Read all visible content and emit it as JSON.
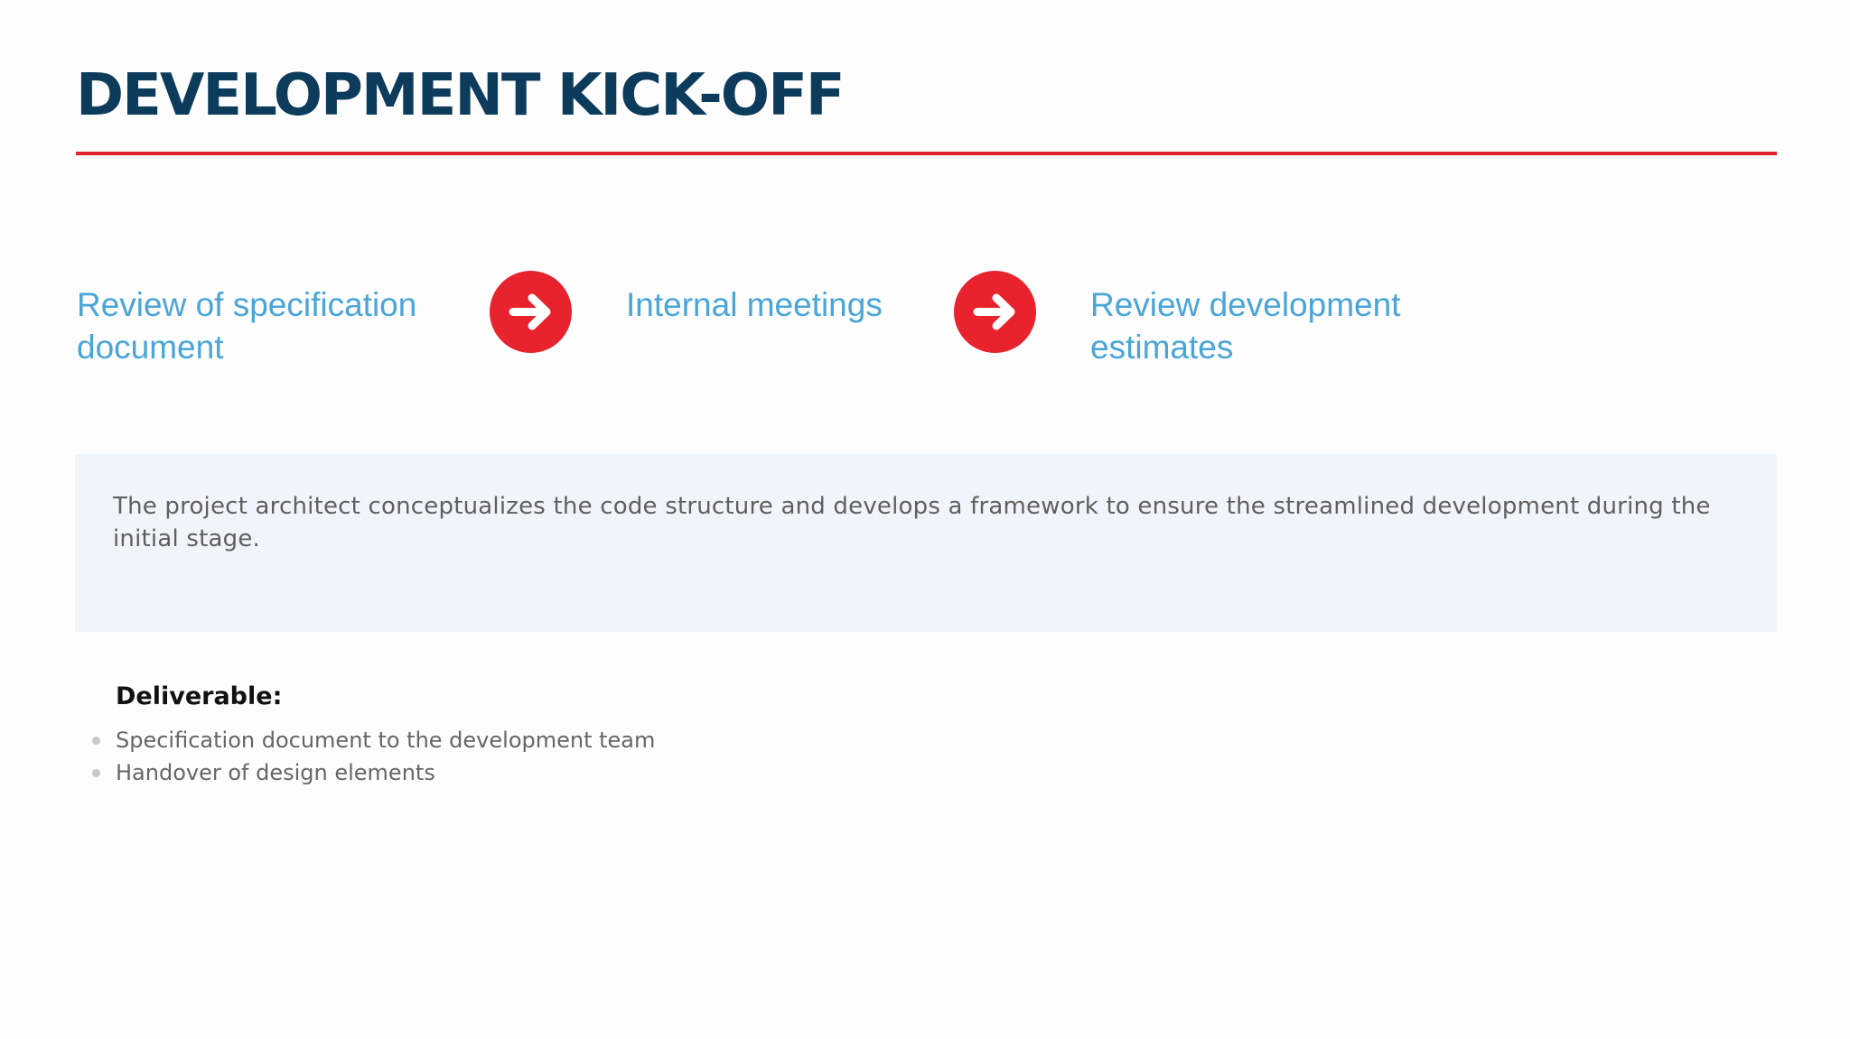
{
  "title": "DEVELOPMENT KICK-OFF",
  "accent_color": "#e0232d",
  "title_color": "#0d3b5c",
  "step_color": "#4aa5d8",
  "process": {
    "steps": [
      {
        "label": "Review of specification document"
      },
      {
        "label": "Internal meetings"
      },
      {
        "label": "Review development estimates"
      }
    ],
    "connector_icon": "arrow-right-circle-icon"
  },
  "description": "The project architect conceptualizes the code structure and develops a framework to ensure the streamlined development during the initial stage.",
  "deliverables": {
    "heading": "Deliverable:",
    "items": [
      "Specification document to the development team",
      "Handover of design elements"
    ]
  }
}
